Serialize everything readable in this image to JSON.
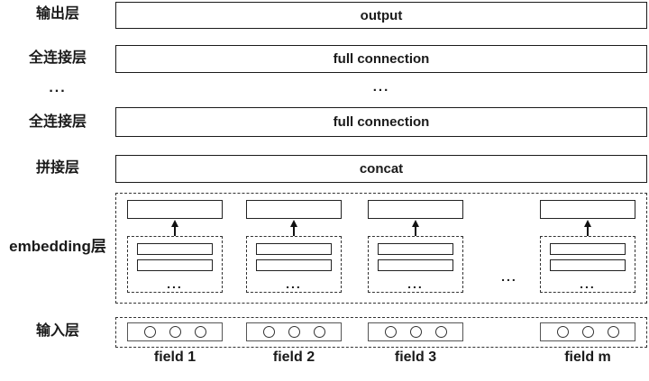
{
  "side": {
    "output_layer": "输出层",
    "fc_layer_top": "全连接层",
    "ellipsis": "...",
    "fc_layer_bottom": "全连接层",
    "concat_layer": "拼接层",
    "embedding_layer": "embedding层",
    "input_layer": "输入层"
  },
  "layers": {
    "output": "output",
    "full_connection_top": "full connection",
    "ellipsis": "...",
    "full_connection_bottom": "full connection",
    "concat": "concat"
  },
  "embedding": {
    "group_ellipsis": "...",
    "between_groups_ellipsis": "..."
  },
  "fields": [
    {
      "label": "field 1"
    },
    {
      "label": "field 2"
    },
    {
      "label": "field 3"
    },
    {
      "label": "field m"
    }
  ],
  "colors": {
    "line": "#1a1a1a",
    "dashed": "#333333",
    "text": "#1a1a1a",
    "background": "#ffffff"
  }
}
